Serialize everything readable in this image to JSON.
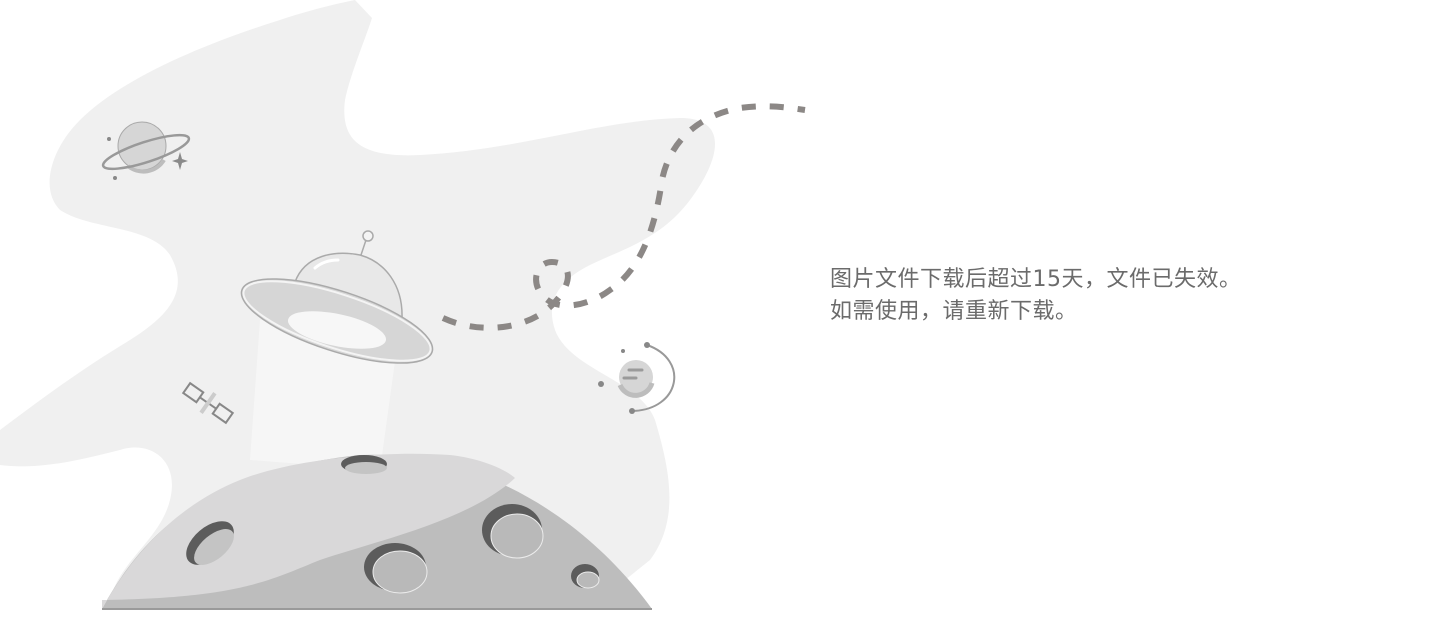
{
  "page": {
    "type": "expired-file-notice"
  },
  "illustration": {
    "description": "Grey space scene: UFO beaming over a cratered moon, planet with ring, satellite, dashed flight path and small orbiting object",
    "icons": [
      "planet-icon",
      "star-sparkle-icon",
      "ufo-icon",
      "satellite-icon",
      "dashed-path",
      "orbit-object-icon",
      "moon-icon"
    ],
    "colors": {
      "blob": "#f0f0f0",
      "moon_light": "#d9d8d9",
      "moon_dark": "#bdbdbd",
      "crater_shadow": "#5c5c5c",
      "dash": "#8c8886",
      "line": "#9a9a9a"
    }
  },
  "message": {
    "line1": "图片文件下载后超过15天，文件已失效。",
    "line2": "如需使用，请重新下载。",
    "color": "#6b6b6b"
  }
}
